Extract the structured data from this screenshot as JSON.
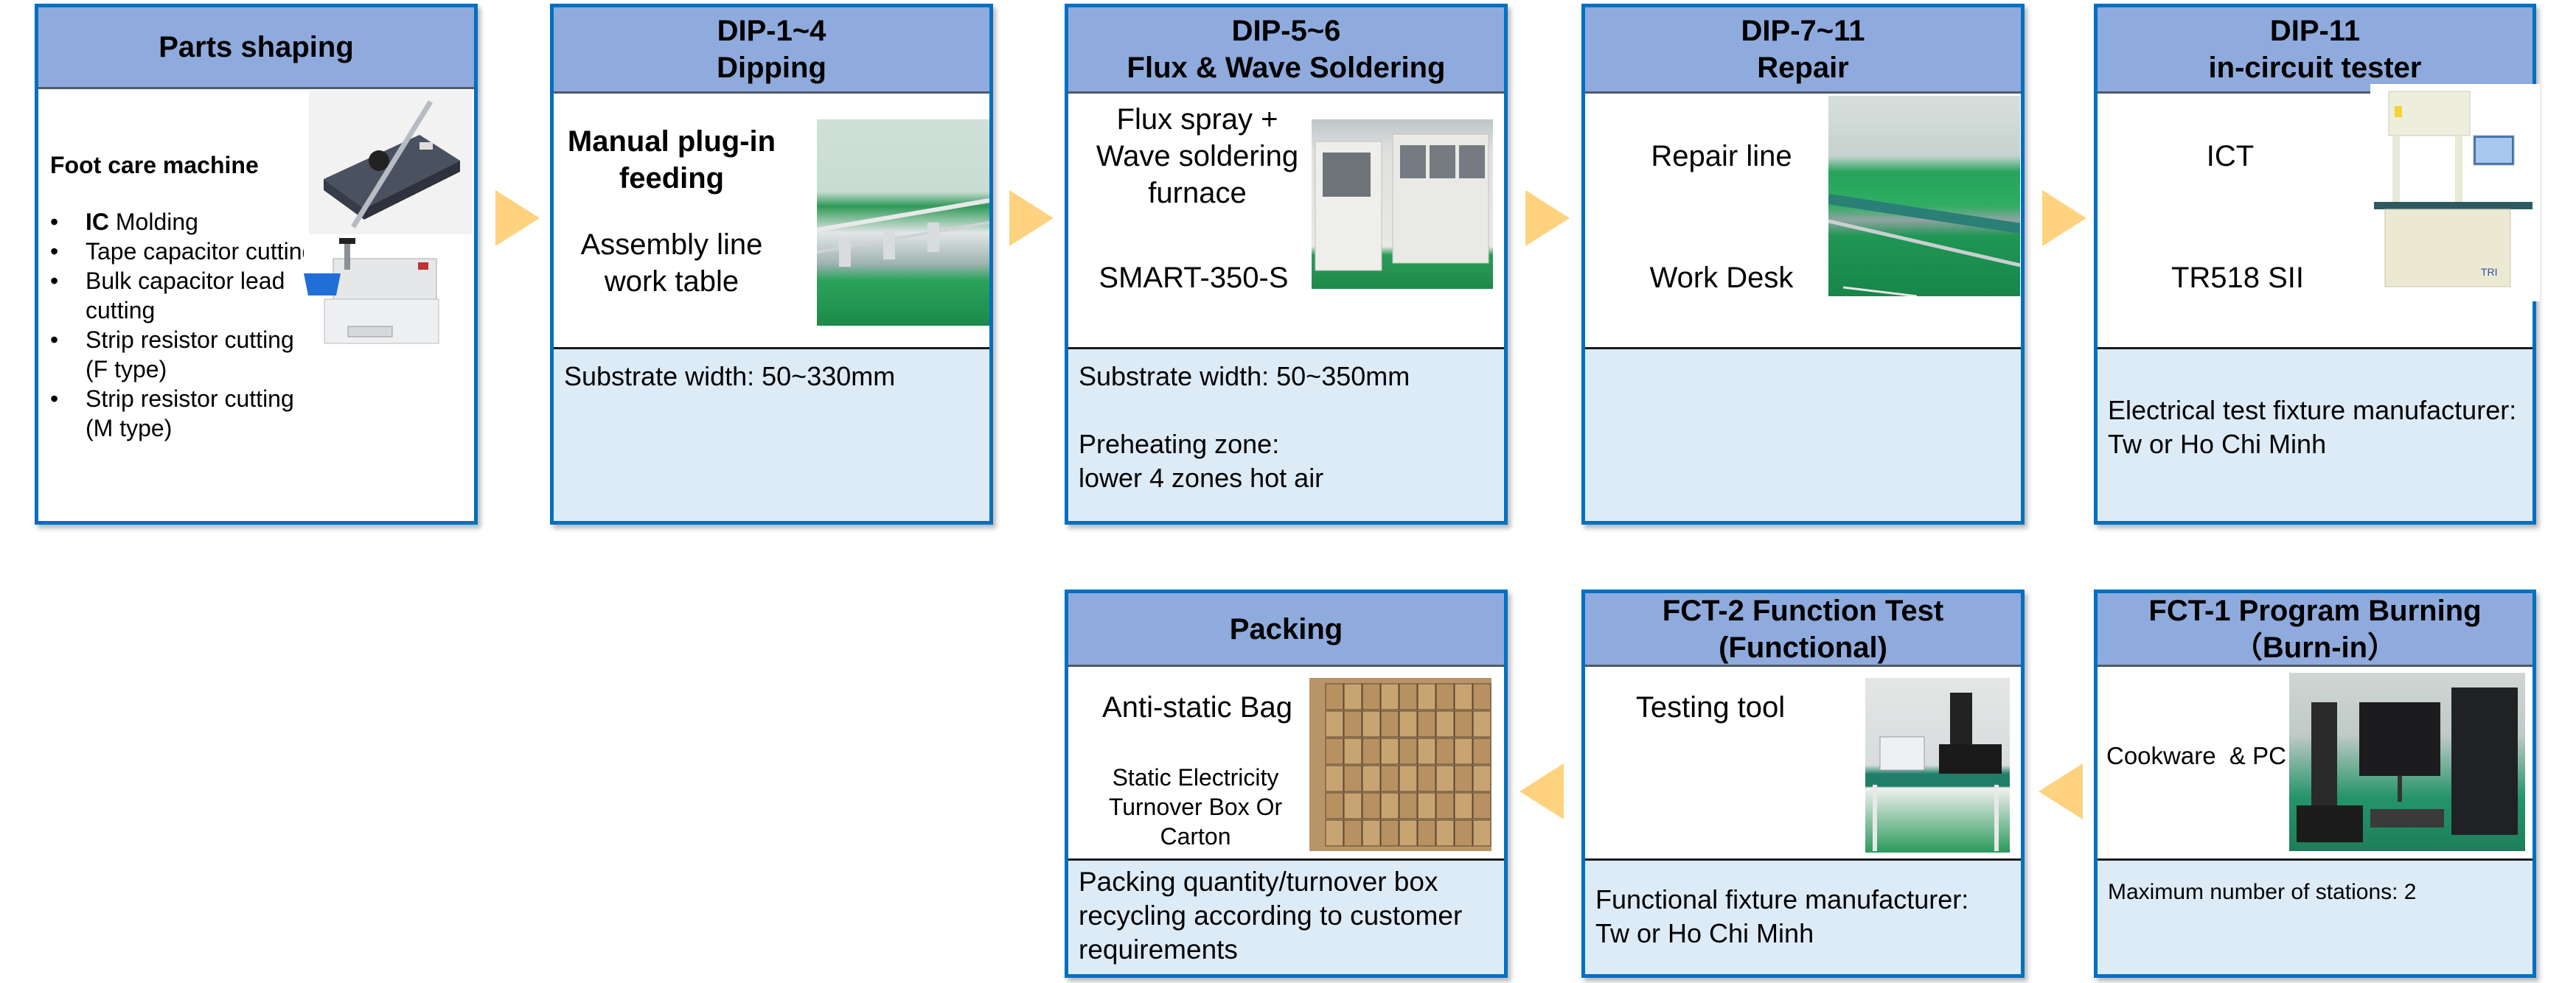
{
  "colors": {
    "card_border": "#0070C0",
    "header_fill": "#8FAADC",
    "info_fill": "#DDEBF7",
    "arrow_fill": "#FFD27F"
  },
  "flow": {
    "top_row_direction": "left-to-right",
    "bottom_row_direction": "right-to-left",
    "arrow_icon": "triangle-arrow"
  },
  "cards": {
    "parts_shaping": {
      "title_line1": "Parts shaping",
      "machine_label": "Foot care machine",
      "features": [
        {
          "bold": "IC",
          "text": " Molding"
        },
        {
          "bold": "",
          "text": "Tape capacitor cutting"
        },
        {
          "bold": "",
          "text": "Bulk capacitor lead cutting"
        },
        {
          "bold": "",
          "text": "Strip resistor cutting (F type)"
        },
        {
          "bold": "",
          "text": "Strip resistor cutting (M type)"
        }
      ],
      "images": [
        "lead-forming-machine-photo",
        "lead-cutting-machine-photo"
      ]
    },
    "dip_1_4": {
      "title_line1": "DIP-1~4",
      "title_line2": "Dipping",
      "text_bold": "Manual plug-in feeding",
      "text_plain": "Assembly line work table",
      "image": "assembly-line-photo",
      "info": [
        "Substrate width: 50~330mm"
      ]
    },
    "dip_5_6": {
      "title_line1": "DIP-5~6",
      "title_line2": "Flux & Wave Soldering",
      "text_1": "Flux spray + Wave soldering furnace",
      "text_2": "SMART-350-S",
      "image": "wave-soldering-machine-photo",
      "info": [
        "Substrate width: 50~350mm",
        "Preheating zone:",
        "lower 4 zones hot air"
      ]
    },
    "dip_7_11": {
      "title_line1": "DIP-7~11",
      "title_line2": "Repair",
      "text_1": "Repair line",
      "text_2": "Work Desk",
      "image": "repair-line-photo",
      "info": []
    },
    "dip_11": {
      "title_line1": "DIP-11",
      "title_line2": "in-circuit tester",
      "text_1": "ICT",
      "text_2": "TR518 SII",
      "image": "ict-tester-photo",
      "info": [
        "Electrical test fixture manufacturer:",
        "Tw or Ho Chi Minh"
      ]
    },
    "fct_1": {
      "title_line1": "FCT-1 Program Burning",
      "title_line2": "（Burn-in）",
      "text_1": "Cookware  & PC",
      "image": "burn-in-station-photo",
      "info": [
        "Maximum number of stations: 2"
      ]
    },
    "fct_2": {
      "title_line1": "FCT-2 Function Test",
      "title_line2": "(Functional)",
      "text_1": "Testing tool",
      "image": "function-test-bench-photo",
      "info": [
        "Functional fixture manufacturer:",
        "Tw or Ho Chi Minh"
      ]
    },
    "packing": {
      "title_line1": "Packing",
      "text_1": "Anti-static Bag",
      "text_2": "Static Electricity Turnover Box Or Carton",
      "image": "stacked-cartons-photo",
      "info": [
        "Packing quantity/turnover box recycling according to customer requirements"
      ]
    }
  }
}
